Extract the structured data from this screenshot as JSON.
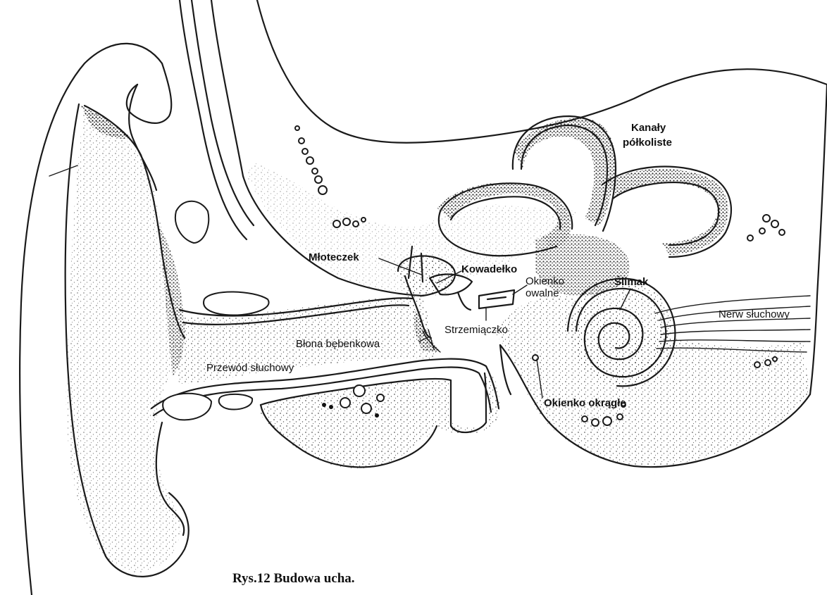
{
  "labels": {
    "kanaly_1": "Kanały",
    "kanaly_2": "półkoliste",
    "mloteczek": "Młoteczek",
    "kowadelko": "Kowadełko",
    "okienko_owalne_1": "Okienko",
    "okienko_owalne_2": "owalne",
    "slimak": "Ślimak",
    "nerw_sluchowy": "Nerw słuchowy",
    "strzemiaczko": "Strzemiączko",
    "blona_bebenkowa": "Błona bębenkowa",
    "przewod_sluchowy": "Przewód słuchowy",
    "okienko_okragle": "Okienko okrągłe"
  },
  "caption": "Rys.12 Budowa ucha."
}
